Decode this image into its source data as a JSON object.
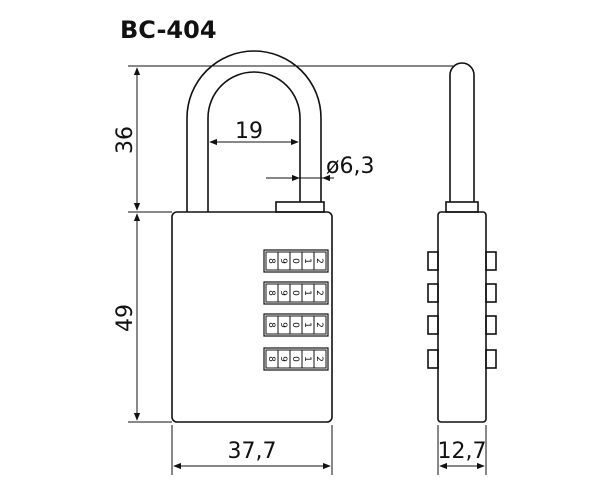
{
  "title": "BC-404",
  "dimensions": {
    "shackle_height": "36",
    "shackle_inner_width": "19",
    "shackle_diameter": "ø6,3",
    "body_height": "49",
    "body_width": "37,7",
    "body_depth": "12,7"
  },
  "dial_digits": [
    "8",
    "9",
    "0",
    "1",
    "2"
  ],
  "colors": {
    "line": "#111111",
    "background": "#ffffff"
  }
}
